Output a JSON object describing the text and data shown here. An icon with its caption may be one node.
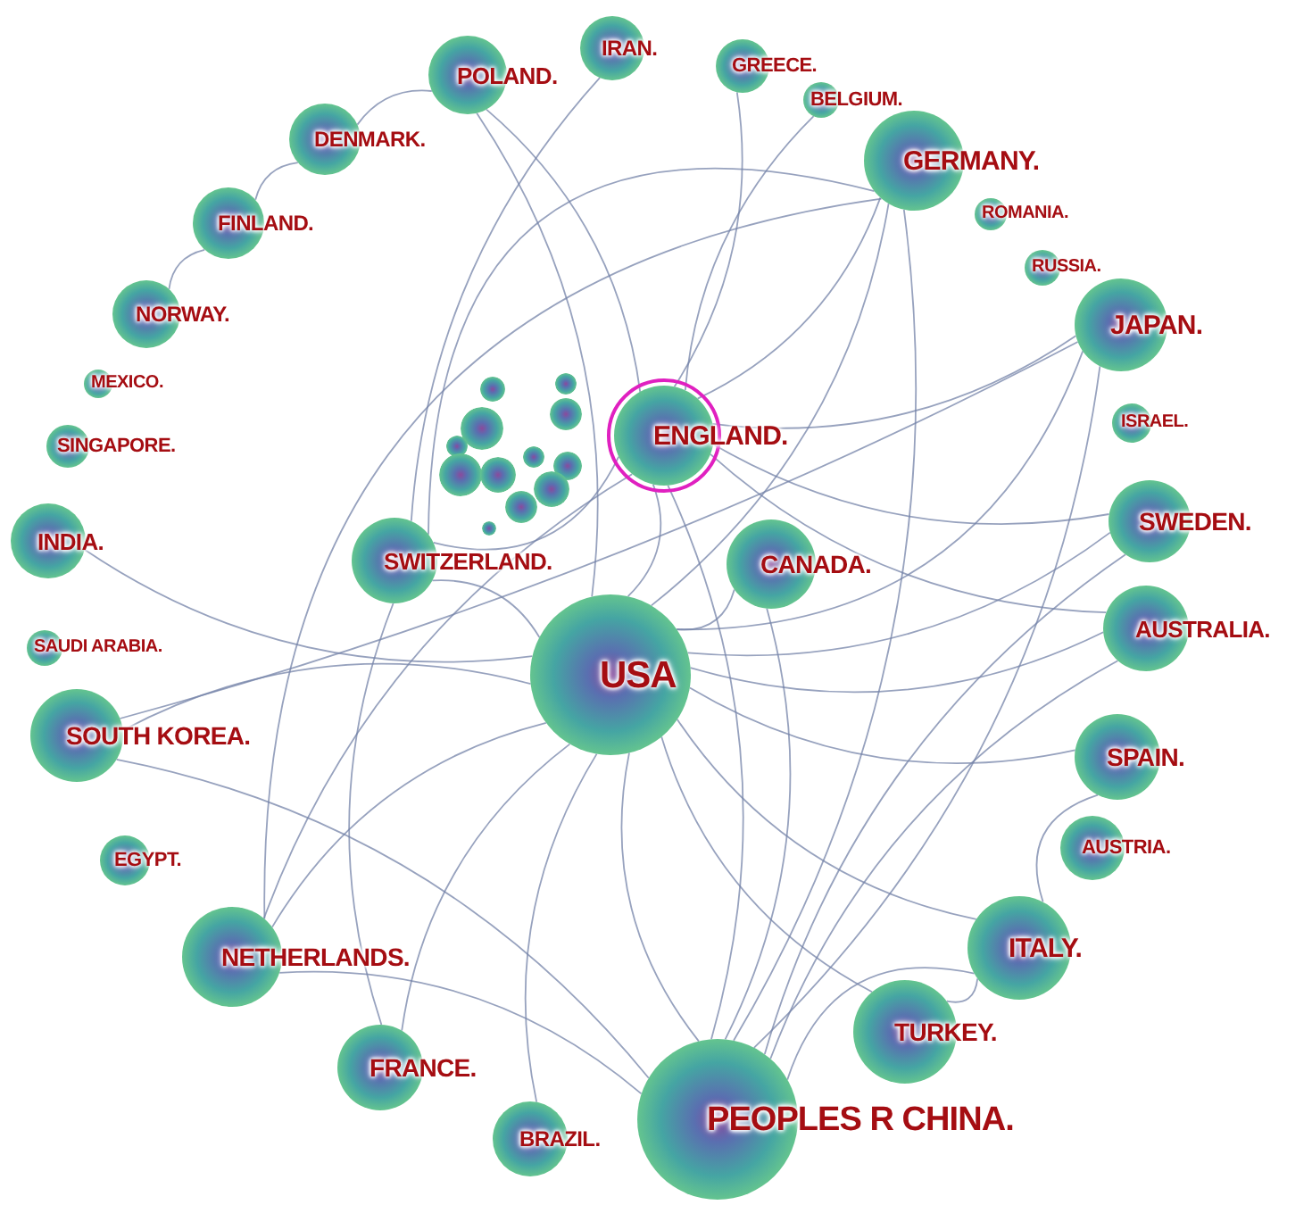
{
  "diagram": {
    "nodes": [
      {
        "text": [
          "IRAN."
        ]
      },
      {
        "text": [
          "POLAND."
        ]
      },
      {
        "text": [
          "GREECE."
        ]
      },
      {
        "text": [
          "BELGIUM."
        ]
      },
      {
        "text": [
          "GERMANY."
        ]
      },
      {
        "text": [
          "DENMARK."
        ]
      },
      {
        "text": [
          "ROMANIA."
        ]
      },
      {
        "text": [
          "FINLAND."
        ]
      },
      {
        "text": [
          "RUSSIA."
        ]
      },
      {
        "text": [
          "JAPAN."
        ]
      },
      {
        "text": [
          "NORWAY."
        ]
      },
      {
        "text": [
          "MEXICO."
        ]
      },
      {
        "text": [
          "ISRAEL."
        ]
      },
      {
        "text": [
          "SINGAPORE."
        ]
      },
      {
        "text": [
          "ENGLAND."
        ]
      },
      {
        "text": [
          "INDIA."
        ]
      },
      {
        "text": [
          "SWITZERLAND."
        ]
      },
      {
        "text": [
          "CANADA."
        ]
      },
      {
        "text": [
          "SWEDEN."
        ]
      },
      {
        "text": [
          "SAUDI ARABIA."
        ]
      },
      {
        "text": [
          "USA"
        ]
      },
      {
        "text": [
          "AUSTRALIA."
        ]
      },
      {
        "text": [
          "SOUTH KOREA."
        ]
      },
      {
        "text": [
          "SPAIN."
        ]
      },
      {
        "text": [
          "EGYPT."
        ]
      },
      {
        "text": [
          "AUSTRIA."
        ]
      },
      {
        "text": [
          "NETHERLANDS."
        ]
      },
      {
        "text": [
          "ITALY."
        ]
      },
      {
        "text": [
          "TURKEY."
        ]
      },
      {
        "text": [
          "FRANCE."
        ]
      },
      {
        "text": [
          "PEOPLES R CHINA."
        ]
      },
      {
        "text": [
          "BRAZIL."
        ]
      },
      {
        "text": [],
        "shape": "circle"
      },
      {
        "text": [],
        "shape": "circle"
      },
      {
        "text": [],
        "shape": "circle"
      },
      {
        "text": [],
        "shape": "circle"
      },
      {
        "text": [],
        "shape": "circle"
      },
      {
        "text": [],
        "shape": "circle"
      },
      {
        "text": [],
        "shape": "circle"
      },
      {
        "text": [],
        "shape": "circle"
      },
      {
        "text": [],
        "shape": "circle"
      },
      {
        "text": [],
        "shape": "circle"
      },
      {
        "text": [],
        "shape": "circle"
      },
      {
        "text": [],
        "shape": "circle"
      }
    ],
    "edges": [
      {
        "from": 20,
        "to": 30,
        "arrow": "none"
      },
      {
        "from": 20,
        "to": 14,
        "arrow": "none"
      },
      {
        "from": 20,
        "to": 17,
        "arrow": "none"
      },
      {
        "from": 20,
        "to": 4,
        "arrow": "none"
      },
      {
        "from": 20,
        "to": 9,
        "arrow": "none"
      },
      {
        "from": 20,
        "to": 27,
        "arrow": "none"
      },
      {
        "from": 20,
        "to": 16,
        "arrow": "none"
      },
      {
        "from": 20,
        "to": 26,
        "arrow": "none"
      },
      {
        "from": 20,
        "to": 29,
        "arrow": "none"
      },
      {
        "from": 20,
        "to": 22,
        "arrow": "none"
      },
      {
        "from": 20,
        "to": 15,
        "arrow": "none"
      },
      {
        "from": 20,
        "to": 18,
        "arrow": "none"
      },
      {
        "from": 20,
        "to": 21,
        "arrow": "none"
      },
      {
        "from": 20,
        "to": 23,
        "arrow": "none"
      },
      {
        "from": 20,
        "to": 28,
        "arrow": "none"
      },
      {
        "from": 20,
        "to": 1,
        "arrow": "none"
      },
      {
        "from": 20,
        "to": 31,
        "arrow": "none"
      },
      {
        "from": 30,
        "to": 14,
        "arrow": "none"
      },
      {
        "from": 30,
        "to": 17,
        "arrow": "none"
      },
      {
        "from": 30,
        "to": 4,
        "arrow": "none"
      },
      {
        "from": 30,
        "to": 9,
        "arrow": "none"
      },
      {
        "from": 30,
        "to": 22,
        "arrow": "none"
      },
      {
        "from": 30,
        "to": 27,
        "arrow": "none"
      },
      {
        "from": 30,
        "to": 18,
        "arrow": "none"
      },
      {
        "from": 30,
        "to": 21,
        "arrow": "none"
      },
      {
        "from": 30,
        "to": 26,
        "arrow": "none"
      },
      {
        "from": 14,
        "to": 4,
        "arrow": "none"
      },
      {
        "from": 14,
        "to": 9,
        "arrow": "none"
      },
      {
        "from": 14,
        "to": 16,
        "arrow": "none"
      },
      {
        "from": 14,
        "to": 26,
        "arrow": "none"
      },
      {
        "from": 14,
        "to": 18,
        "arrow": "none"
      },
      {
        "from": 14,
        "to": 21,
        "arrow": "none"
      },
      {
        "from": 14,
        "to": 2,
        "arrow": "none"
      },
      {
        "from": 14,
        "to": 1,
        "arrow": "none"
      },
      {
        "from": 4,
        "to": 26,
        "arrow": "none"
      },
      {
        "from": 4,
        "to": 16,
        "arrow": "none"
      },
      {
        "from": 16,
        "to": 29,
        "arrow": "none"
      },
      {
        "from": 9,
        "to": 22,
        "arrow": "none"
      },
      {
        "from": 27,
        "to": 23,
        "arrow": "none"
      },
      {
        "from": 28,
        "to": 27,
        "arrow": "none"
      },
      {
        "from": 1,
        "to": 5,
        "arrow": "none"
      },
      {
        "from": 5,
        "to": 7,
        "arrow": "none"
      },
      {
        "from": 7,
        "to": 10,
        "arrow": "none"
      },
      {
        "from": 0,
        "to": 16,
        "arrow": "none"
      },
      {
        "from": 3,
        "to": 14,
        "arrow": "none"
      }
    ]
  }
}
